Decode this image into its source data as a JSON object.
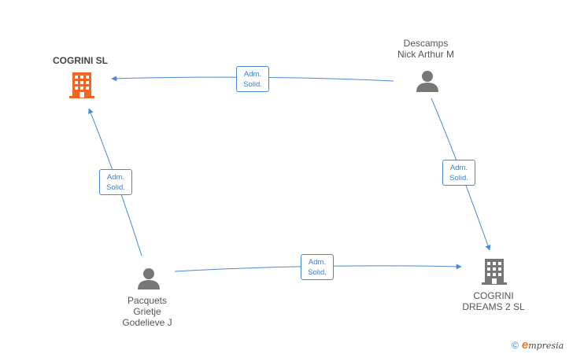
{
  "nodes": {
    "cogrini_sl": {
      "label": "COGRINI  SL",
      "type": "company",
      "color": "#f26522"
    },
    "descamps": {
      "label": "Descamps\nNick Arthur M",
      "type": "person",
      "color": "#777777"
    },
    "cogrini_dreams": {
      "label": "COGRINI\nDREAMS 2  SL",
      "type": "company",
      "color": "#777777"
    },
    "pacquets": {
      "label": "Pacquets\nGrietje\nGodelieve J",
      "type": "person",
      "color": "#777777"
    }
  },
  "edges": [
    {
      "from": "Descamps Nick Arthur M",
      "to": "COGRINI  SL",
      "label": "Adm.\nSolid."
    },
    {
      "from": "Pacquets Grietje Godelieve J",
      "to": "COGRINI  SL",
      "label": "Adm.\nSolid."
    },
    {
      "from": "Descamps Nick Arthur M",
      "to": "COGRINI DREAMS 2  SL",
      "label": "Adm.\nSolid."
    },
    {
      "from": "Pacquets Grietje Godelieve J",
      "to": "COGRINI DREAMS 2  SL",
      "label": "Adm.\nSolid."
    }
  ],
  "edge_color": "#4a8ad4",
  "watermark": {
    "copyright": "©",
    "brand_letter": "e",
    "brand_rest": "mpresia"
  }
}
